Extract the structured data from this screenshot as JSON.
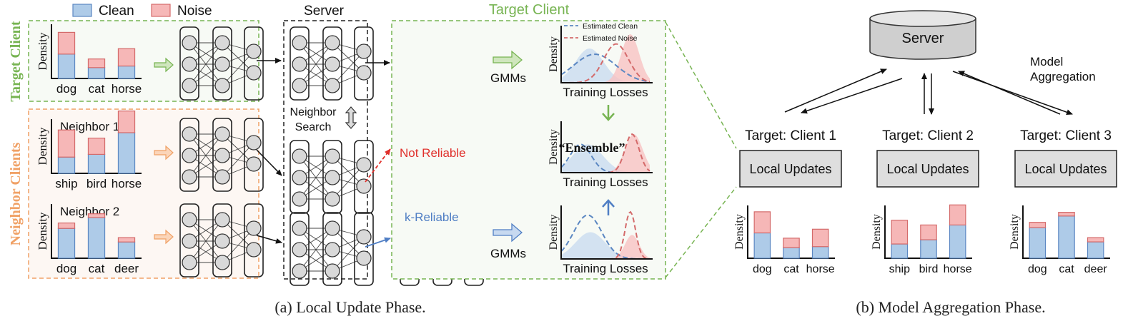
{
  "colors": {
    "clean_fill": "#aecbe8",
    "clean_stroke": "#5b87c2",
    "noise_fill": "#f6b7b7",
    "noise_stroke": "#d46a6a",
    "green": "#77b452",
    "orange": "#f0a166",
    "red": "#e0302b",
    "blue": "#4f7ec4",
    "server_fill": "#cfcfcf",
    "update_fill": "#dedede"
  },
  "legend": {
    "clean": "Clean",
    "noise": "Noise"
  },
  "left": {
    "server_title": "Server",
    "target_client_title": "Target Client",
    "target_client_side": "Target Client",
    "neighbor_clients_side": "Neighbor Clients",
    "neighbor_search": [
      "Neighbor",
      "Search"
    ],
    "not_reliable": "Not Reliable",
    "k_reliable": "k-Reliable",
    "gmms": "GMMs",
    "ensemble": "“Ensemble”",
    "training_losses": "Training Losses",
    "density": "Density",
    "estimated_clean": "Estimated Clean",
    "estimated_noise": "Estimated Noise",
    "caption": "(a) Local Update Phase.",
    "histograms": [
      {
        "name": "",
        "categories": [
          "dog",
          "cat",
          "horse"
        ],
        "clean": [
          0.45,
          0.2,
          0.23
        ],
        "noise": [
          0.4,
          0.16,
          0.32
        ]
      },
      {
        "name": "Neighbor 1",
        "categories": [
          "ship",
          "bird",
          "horse"
        ],
        "clean": [
          0.3,
          0.35,
          0.75
        ],
        "noise": [
          0.5,
          0.3,
          0.4
        ]
      },
      {
        "name": "Neighbor 2",
        "categories": [
          "dog",
          "cat",
          "deer"
        ],
        "clean": [
          0.55,
          0.75,
          0.3
        ],
        "noise": [
          0.1,
          0.07,
          0.08
        ]
      }
    ]
  },
  "right": {
    "server_title": "Server",
    "model_aggregation": [
      "Model",
      "Aggregation"
    ],
    "local_updates": "Local Updates",
    "density": "Density",
    "caption": "(b) Model Aggregation Phase.",
    "clients": [
      {
        "name": "Target: Client 1",
        "categories": [
          "dog",
          "cat",
          "horse"
        ],
        "clean": [
          0.48,
          0.2,
          0.22
        ],
        "noise": [
          0.4,
          0.18,
          0.33
        ]
      },
      {
        "name": "Target: Client 2",
        "categories": [
          "ship",
          "bird",
          "horse"
        ],
        "clean": [
          0.27,
          0.35,
          0.63
        ],
        "noise": [
          0.45,
          0.28,
          0.38
        ]
      },
      {
        "name": "Target: Client 3",
        "categories": [
          "dog",
          "cat",
          "deer"
        ],
        "clean": [
          0.58,
          0.8,
          0.31
        ],
        "noise": [
          0.1,
          0.07,
          0.08
        ]
      }
    ]
  }
}
